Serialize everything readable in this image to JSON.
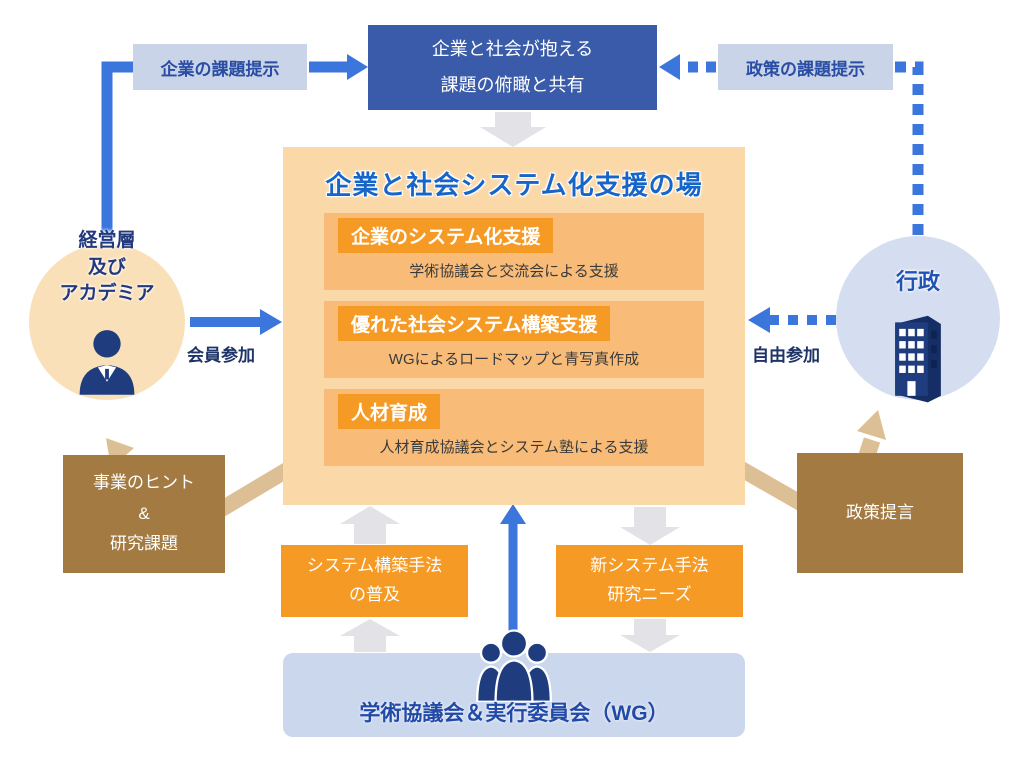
{
  "colors": {
    "primary_blue": "#3a5ba9",
    "light_blue_box": "#c9d4e8",
    "bright_blue_arrow": "#3b76dc",
    "navy_icon": "#1f3d7e",
    "title_blue": "#1765c8",
    "chip_orange": "#f59b25",
    "panel_orange": "#f8bb78",
    "field_orange": "#fbd8a8",
    "brown": "#a37b42",
    "tan_arrow": "#ddbf95",
    "gray_arrow": "#e3e3e7",
    "peach_circle": "#fae0b8",
    "blue_circle": "#d4def0",
    "bar_blue": "#cbd7ed"
  },
  "top": {
    "left_label": "企業の課題提示",
    "center_box": "企業と社会が抱える\n課題の俯瞰と共有",
    "right_label": "政策の課題提示"
  },
  "left_actor": {
    "name": "経営層\n及び\nアカデミア",
    "icon": "businessman-icon",
    "participation": "会員参加"
  },
  "right_actor": {
    "name": "行政",
    "icon": "government-building-icon",
    "participation": "自由参加"
  },
  "center": {
    "title": "企業と社会システム化支援の場",
    "items": [
      {
        "label": "企業のシステム化支援",
        "desc": "学術協議会と交流会による支援"
      },
      {
        "label": "優れた社会システム構築支援",
        "desc": "WGによるロードマップと青写真作成"
      },
      {
        "label": "人材育成",
        "desc": "人材育成協議会とシステム塾による支援"
      }
    ]
  },
  "outputs": {
    "left_box": "事業のヒント\n&\n研究課題",
    "right_box": "政策提言"
  },
  "bottom": {
    "left_box": "システム構築手法\nの普及",
    "right_box": "新システム手法\n研究ニーズ",
    "bar": "学術協議会＆実行委員会（WG）",
    "bar_icon": "people-group-icon"
  }
}
